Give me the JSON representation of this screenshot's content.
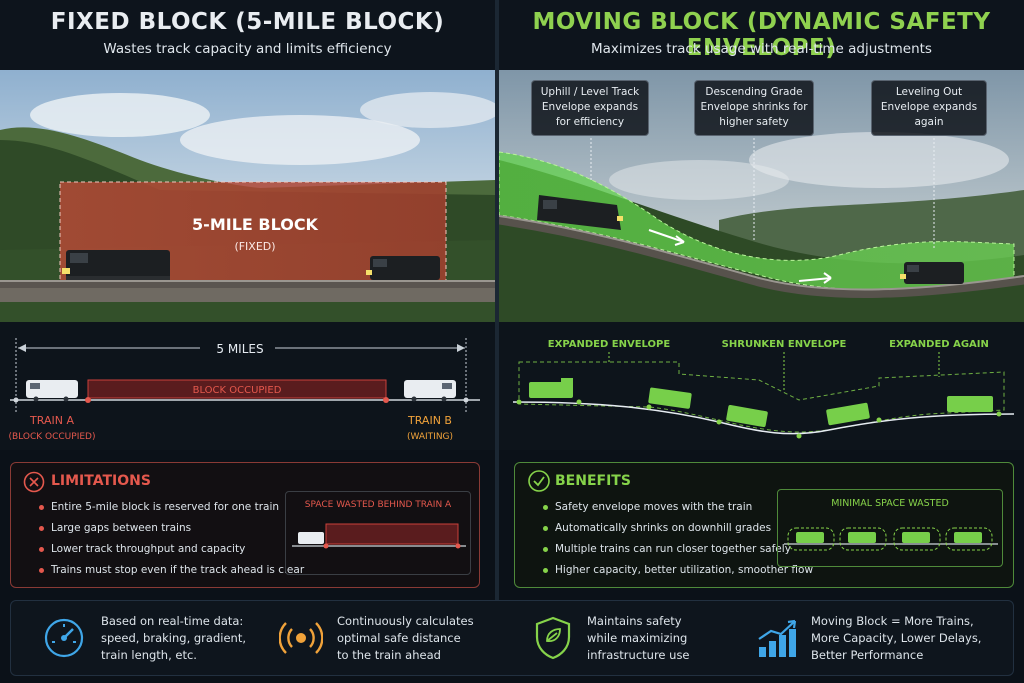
{
  "fixed": {
    "title": "FIXED BLOCK (5-MILE BLOCK)",
    "subtitle": "Wastes track capacity and limits efficiency",
    "photo_block_label": "5-MILE BLOCK",
    "photo_block_sub": "(FIXED)",
    "diagram": {
      "distance_label": "5 MILES",
      "block_label": "BLOCK OCCUPIED",
      "train_a": "TRAIN A",
      "train_a_sub": "(BLOCK OCCUPIED)",
      "train_b": "TRAIN B",
      "train_b_sub": "(WAITING)"
    },
    "limitations": {
      "heading": "LIMITATIONS",
      "items": [
        "Entire 5-mile block is reserved for one train",
        "Large gaps between trains",
        "Lower track throughput and capacity",
        "Trains must stop even if the track ahead is clear"
      ],
      "inset_label": "SPACE WASTED BEHIND TRAIN A"
    }
  },
  "moving": {
    "title": "MOVING BLOCK (DYNAMIC SAFETY ENVELOPE)",
    "subtitle": "Maximizes track usage with real-time adjustments",
    "callouts": [
      {
        "line1": "Uphill / Level Track",
        "line2": "Envelope expands",
        "line3": "for efficiency"
      },
      {
        "line1": "Descending Grade",
        "line2": "Envelope shrinks for",
        "line3": "higher safety"
      },
      {
        "line1": "Leveling Out",
        "line2": "Envelope expands",
        "line3": "again"
      }
    ],
    "diagram": {
      "label_expanded": "EXPANDED ENVELOPE",
      "label_shrunken": "SHRUNKEN ENVELOPE",
      "label_again": "EXPANDED AGAIN"
    },
    "benefits": {
      "heading": "BENEFITS",
      "items": [
        "Safety envelope moves with the train",
        "Automatically shrinks on downhill grades",
        "Multiple trains can run closer together safely",
        "Higher capacity, better utilization, smoother flow"
      ],
      "inset_label": "MINIMAL SPACE WASTED"
    }
  },
  "footer": {
    "items": [
      {
        "icon": "speedometer-icon",
        "lines": [
          "Based on real-time data:",
          "speed, braking, gradient,",
          "train length, etc."
        ]
      },
      {
        "icon": "signal-icon",
        "lines": [
          "Continuously calculates",
          "optimal safe distance",
          "to the train ahead"
        ]
      },
      {
        "icon": "shield-icon",
        "lines": [
          "Maintains safety",
          "while maximizing",
          "infrastructure use"
        ]
      },
      {
        "icon": "growth-chart-icon",
        "lines": [
          "Moving Block = More Trains,",
          "More Capacity, Lower Delays,",
          "Better Performance"
        ]
      }
    ]
  },
  "colors": {
    "red_accent": "#e4584d",
    "green_accent": "#86d34a",
    "fixed_title": "#e9edf1",
    "moving_title": "#8fd14f",
    "blue_icon": "#3fa6e8",
    "orange_icon": "#f0a23a"
  }
}
